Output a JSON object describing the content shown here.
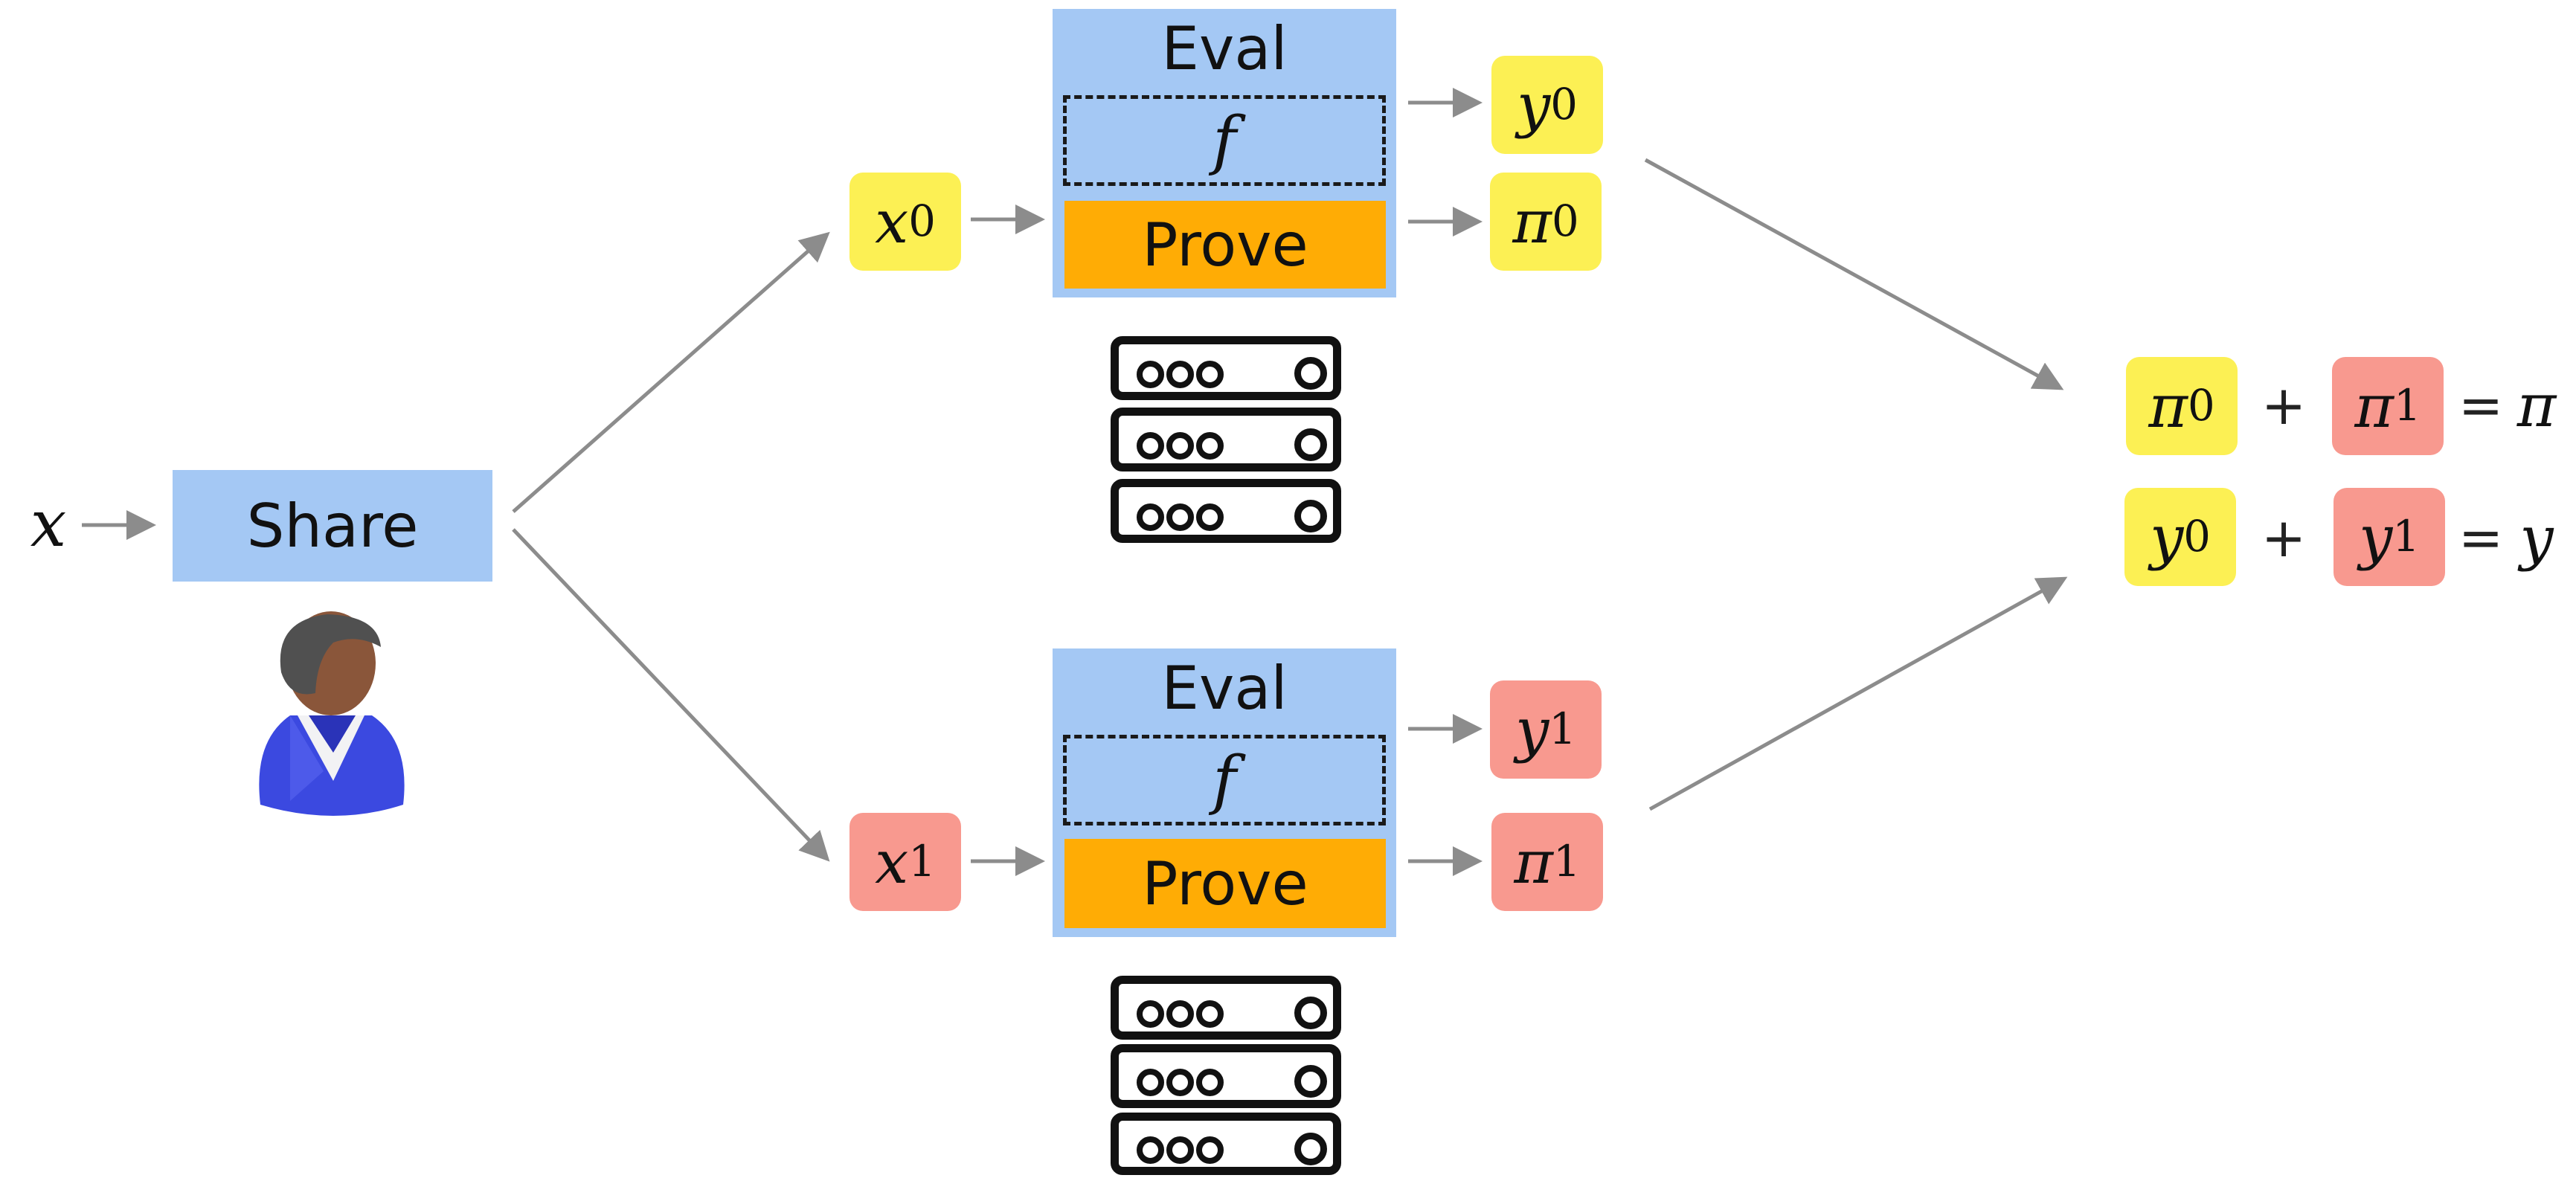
{
  "input": {
    "var": "x"
  },
  "share": {
    "label": "Share"
  },
  "servers": [
    {
      "input_var": "x",
      "input_sub": "0",
      "eval_label": "Eval",
      "func": "f",
      "prove_label": "Prove",
      "output_var": "y",
      "output_sub": "0",
      "proof_var": "π",
      "proof_sub": "0",
      "color": "#fcf054"
    },
    {
      "input_var": "x",
      "input_sub": "1",
      "eval_label": "Eval",
      "func": "f",
      "prove_label": "Prove",
      "output_var": "y",
      "output_sub": "1",
      "proof_var": "π",
      "proof_sub": "1",
      "color": "#f8998f"
    }
  ],
  "combine": {
    "proof": {
      "a_var": "π",
      "a_sub": "0",
      "op": "+",
      "b_var": "π",
      "b_sub": "1",
      "eq": "=",
      "result": "π"
    },
    "output": {
      "a_var": "y",
      "a_sub": "0",
      "op": "+",
      "b_var": "y",
      "b_sub": "1",
      "eq": "=",
      "result": "y"
    }
  },
  "colors": {
    "share_blue": "#a4c8f4",
    "prove_orange": "#ffac05",
    "server0_yellow": "#fcf054",
    "server1_red": "#f8998f",
    "arrow_gray": "#8c8c8c"
  },
  "icons": {
    "user": "user-icon",
    "server": "server-rack-icon"
  }
}
